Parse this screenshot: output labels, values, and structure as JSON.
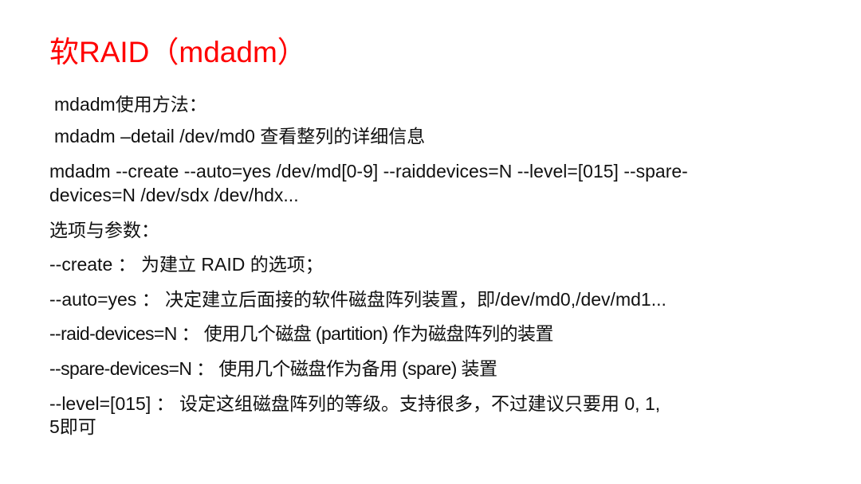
{
  "slide": {
    "title": "软RAID（mdadm）",
    "title_color": "#ff0000",
    "lines": [
      "mdadm使用方法：",
      "mdadm –detail /dev/md0 查看整列的详细信息",
      "mdadm --create --auto=yes /dev/md[0-9] --raiddevices=N  --level=[015] --spare-",
      "devices=N  /dev/sdx /dev/hdx...",
      "选项与参数：",
      "--create ： 为建立 RAID 的选项；",
      "--auto=yes ： 决定建立后面接的软件磁盘阵列装置，即/dev/md0,/dev/md1...",
      "--raid-devices=N ： 使用几个磁盘 (partition) 作为磁盘阵列的装置",
      "--spare-devices=N ： 使用几个磁盘作为备用 (spare) 装置",
      "--level=[015] ： 设定这组磁盘阵列的等级。支持很多，不过建议只要用 0, 1,",
      "5即可"
    ]
  }
}
